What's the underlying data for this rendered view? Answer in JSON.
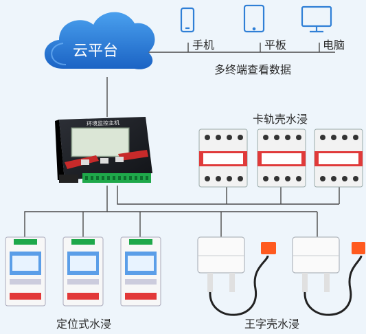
{
  "cloud": {
    "label": "云平台"
  },
  "terminals": [
    {
      "label": "手机",
      "icon": "phone-icon"
    },
    {
      "label": "平板",
      "icon": "tablet-icon"
    },
    {
      "label": "电脑",
      "icon": "monitor-icon"
    }
  ],
  "terminals_caption": "多终端查看数据",
  "host": {
    "screen_text": "环境监控主机"
  },
  "groups": {
    "din_rail": {
      "label": "卡轨壳水浸"
    },
    "positioning": {
      "label": "定位式水浸"
    },
    "wangzi": {
      "label": "王字壳水浸"
    }
  },
  "colors": {
    "cloud": "#2a7bd6",
    "line": "#4a4a4a",
    "accent_red": "#c72a2a",
    "terminal_green": "#1fa84a",
    "icon_blue": "#2f7fd6"
  }
}
